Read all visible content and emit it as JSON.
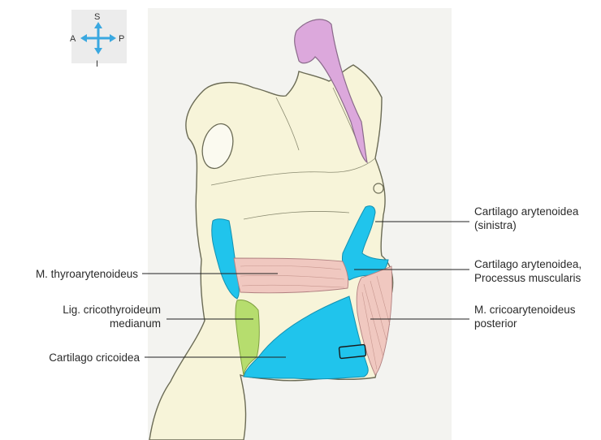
{
  "compass": {
    "superior": "S",
    "inferior": "I",
    "anterior": "A",
    "posterior": "P"
  },
  "labels": {
    "arytenoid_left_line1": "Cartilago arytenoidea",
    "arytenoid_left_line2": "(sinistra)",
    "muscular_process_line1": "Cartilago arytenoidea,",
    "muscular_process_line2": "Processus muscularis",
    "cricoarytenoid_post_line1": "M. cricoarytenoideus",
    "cricoarytenoid_post_line2": "posterior",
    "thyroarytenoid": "M. thyroarytenoideus",
    "cricothyroid_lig_line1": "Lig. cricothyroideum",
    "cricothyroid_lig_line2": "medianum",
    "cricoid": "Cartilago cricoidea"
  },
  "colors": {
    "background_panel": "#f3f3f0",
    "cartilage": "#f7f4d9",
    "cyan_structures": "#20c4ec",
    "muscle_pink": "#f0c8c0",
    "ligament_green": "#b6dd6e",
    "epiglottis_lavender": "#dca8dc",
    "compass_arrows": "#3aa8e0"
  }
}
